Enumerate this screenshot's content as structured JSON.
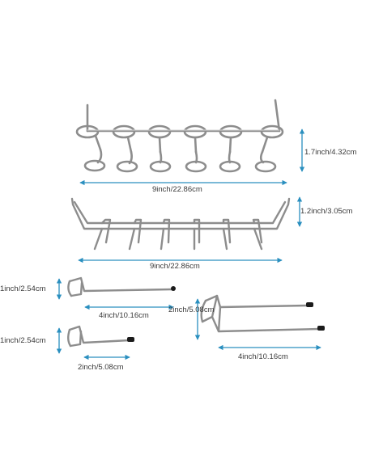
{
  "labels": {
    "top_height": "1.7inch/4.32cm",
    "top_width": "9inch/22.86cm",
    "rack2_height": "1.2inch/3.05cm",
    "rack2_width": "9inch/22.86cm",
    "hook4_height": "1inch/2.54cm",
    "hook4_length": "4inch/10.16cm",
    "hook2_height": "1inch/2.54cm",
    "hook2_length": "2inch/5.08cm",
    "double_height": "2inch/5.08cm",
    "double_length": "4inch/10.16cm"
  },
  "colors": {
    "dimension_arrow": "#2a8fbf",
    "metal": "#8d8d8d",
    "metal_highlight": "#d6d6d6",
    "tip": "#1b1b1b",
    "background": "#ffffff"
  }
}
